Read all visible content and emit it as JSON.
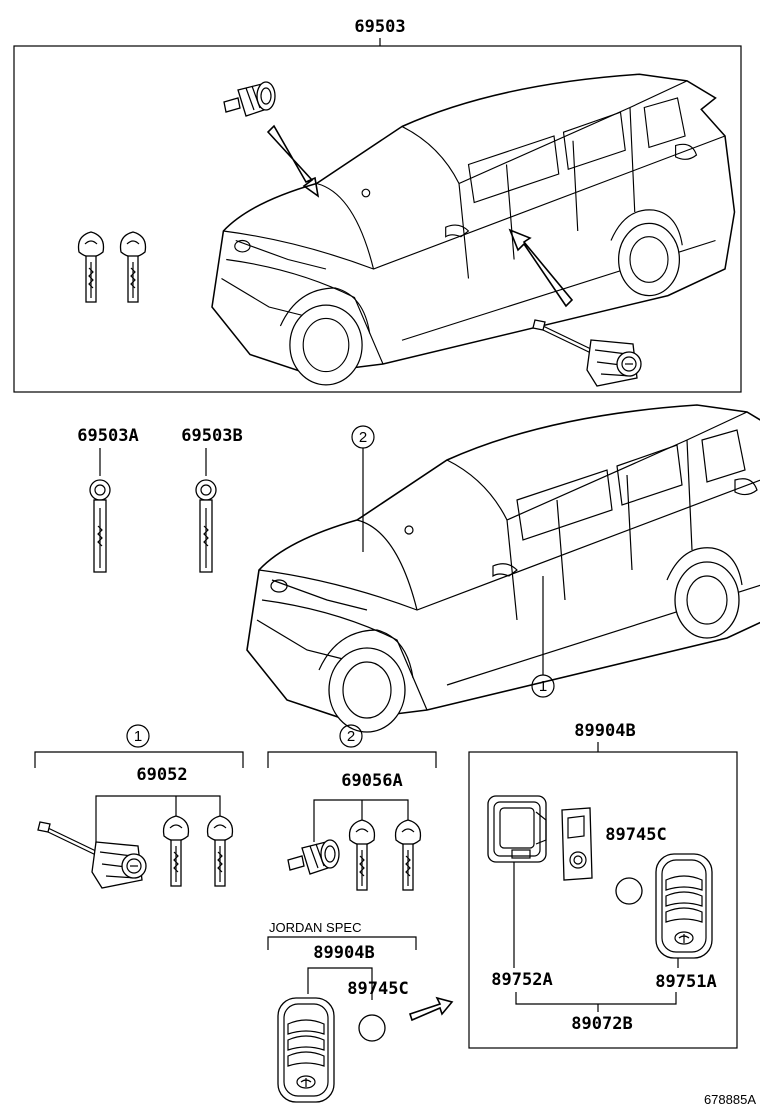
{
  "labels": {
    "top_kit": "69503",
    "key_a": "69503A",
    "key_b": "69503B",
    "callout_1": "1",
    "callout_2": "2",
    "lock_set": "69052",
    "cylinder_set": "69056A",
    "remote_main": "89904B",
    "remote_jordan": "89904B",
    "battery_main": "89745C",
    "battery_jordan": "89745C",
    "case_rear": "89752A",
    "case_front": "89751A",
    "case_set": "89072B",
    "jordan_spec": "JORDAN SPEC",
    "figure_code": "678885A"
  }
}
